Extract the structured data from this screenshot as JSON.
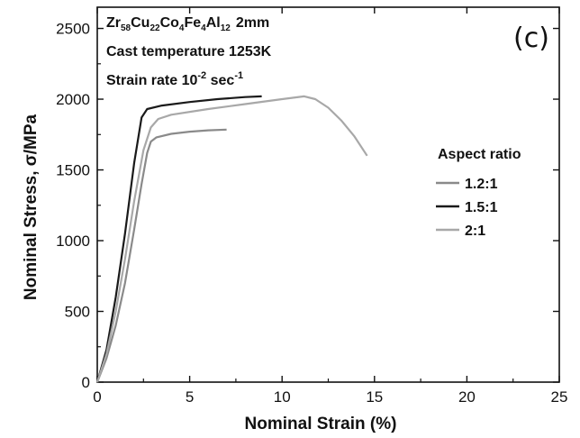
{
  "chart_data": {
    "type": "line",
    "panel_label": "(c)",
    "annotation": {
      "line1": "2mm",
      "line2": "Cast temperature 1253K",
      "line3_prefix": "Strain rate 10",
      "line3_exp": "-2",
      "line3_unit": " sec",
      "line3_unit_exp": "-1"
    },
    "composition": [
      {
        "el": "Zr",
        "sub": "58"
      },
      {
        "el": "Cu",
        "sub": "22"
      },
      {
        "el": "Co",
        "sub": "4"
      },
      {
        "el": "Fe",
        "sub": "4"
      },
      {
        "el": "Al",
        "sub": "12"
      }
    ],
    "xlabel": "Nominal Strain (%)",
    "ylabel": "Nominal Stress, σ/MPa",
    "xlim": [
      0,
      25
    ],
    "ylim": [
      0,
      2650
    ],
    "xticks": [
      0,
      5,
      10,
      15,
      20,
      25
    ],
    "yticks": [
      0,
      500,
      1000,
      1500,
      2000,
      2500
    ],
    "grid": false,
    "legend": {
      "title": "Aspect ratio",
      "placement": "right"
    },
    "series": [
      {
        "name": "1.2:1",
        "color": "#8a8a8a",
        "points": [
          [
            0,
            0
          ],
          [
            0.5,
            170
          ],
          [
            1.0,
            400
          ],
          [
            1.5,
            700
          ],
          [
            2.0,
            1080
          ],
          [
            2.4,
            1400
          ],
          [
            2.7,
            1620
          ],
          [
            2.9,
            1700
          ],
          [
            3.2,
            1730
          ],
          [
            4.0,
            1755
          ],
          [
            5.0,
            1770
          ],
          [
            6.0,
            1780
          ],
          [
            7.0,
            1785
          ]
        ]
      },
      {
        "name": "1.5:1",
        "color": "#1a1a1a",
        "points": [
          [
            0,
            0
          ],
          [
            0.5,
            230
          ],
          [
            1.0,
            600
          ],
          [
            1.5,
            1050
          ],
          [
            2.0,
            1550
          ],
          [
            2.4,
            1870
          ],
          [
            2.7,
            1930
          ],
          [
            3.5,
            1955
          ],
          [
            5.0,
            1980
          ],
          [
            6.5,
            2000
          ],
          [
            8.0,
            2015
          ],
          [
            8.9,
            2020
          ]
        ]
      },
      {
        "name": "2:1",
        "color": "#a8a8a8",
        "points": [
          [
            0,
            0
          ],
          [
            0.5,
            200
          ],
          [
            1.0,
            500
          ],
          [
            1.5,
            870
          ],
          [
            2.0,
            1280
          ],
          [
            2.5,
            1640
          ],
          [
            2.9,
            1800
          ],
          [
            3.3,
            1860
          ],
          [
            4.0,
            1890
          ],
          [
            6.0,
            1930
          ],
          [
            8.0,
            1965
          ],
          [
            10.0,
            2000
          ],
          [
            11.2,
            2020
          ],
          [
            11.8,
            2000
          ],
          [
            12.5,
            1940
          ],
          [
            13.2,
            1850
          ],
          [
            13.9,
            1740
          ],
          [
            14.6,
            1600
          ]
        ]
      }
    ]
  }
}
